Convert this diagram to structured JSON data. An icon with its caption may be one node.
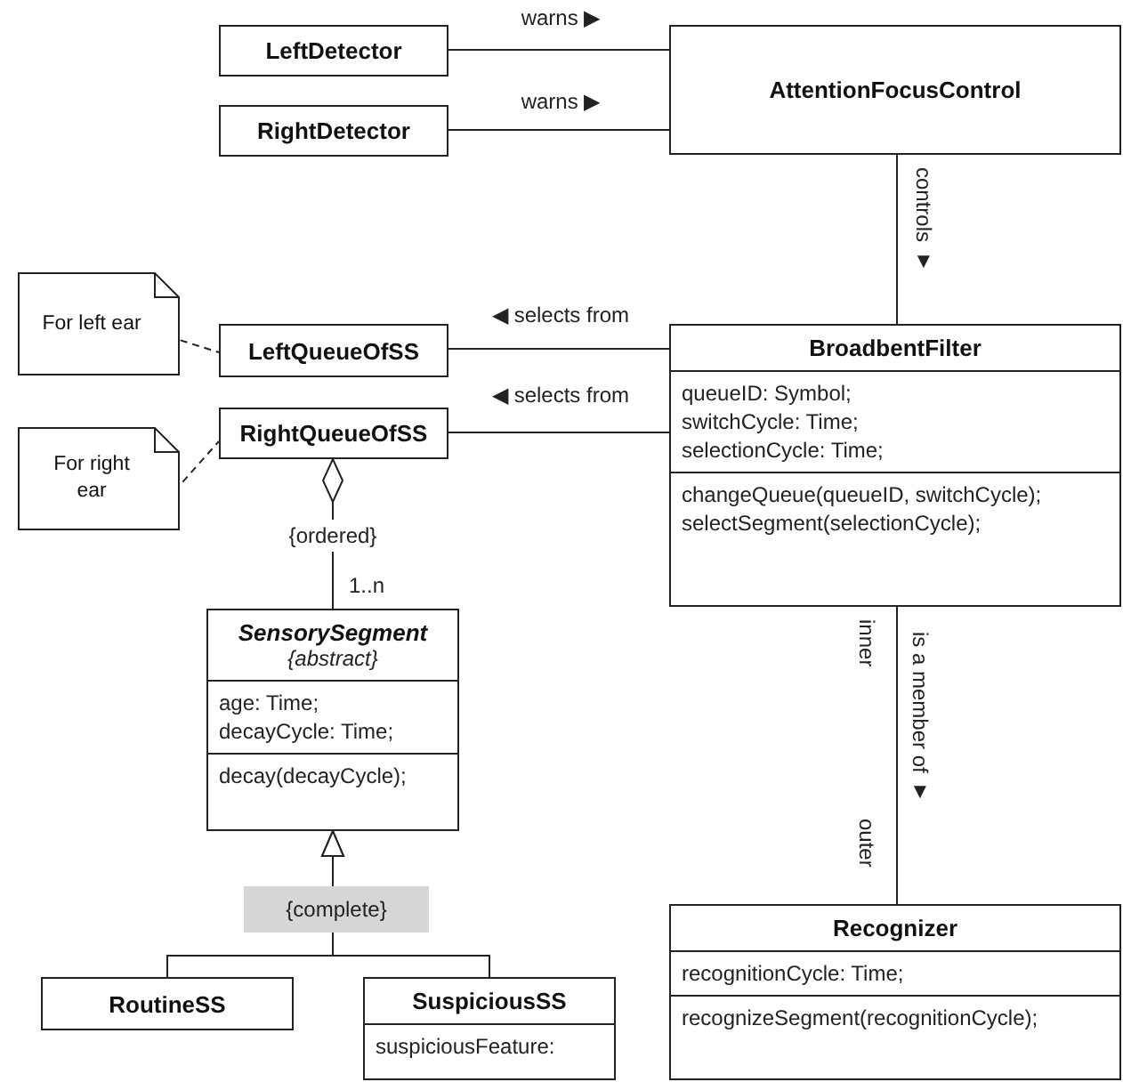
{
  "diagram": {
    "nodes": [
      {
        "text": [
          "LeftDetector"
        ]
      },
      {
        "text": [
          "RightDetector"
        ]
      },
      {
        "text": [
          "AttentionFocusControl"
        ]
      },
      {
        "text": [
          "For left ear"
        ]
      },
      {
        "text": [
          "LeftQueueOfSS"
        ]
      },
      {
        "text": [
          "BroadbentFilter",
          "queueID: Symbol;",
          "switchCycle: Time;",
          "selectionCycle: Time;",
          "changeQueue(queueID, switchCycle);",
          "selectSegment(selectionCycle);"
        ]
      },
      {
        "text": [
          "For right ear"
        ]
      },
      {
        "text": [
          "RightQueueOfSS"
        ]
      },
      {
        "text": [
          "SensorySegment",
          "{abstract}",
          "age: Time;",
          "decayCycle: Time;",
          "decay(decayCycle);"
        ]
      },
      {
        "text": [
          "RoutineSS"
        ]
      },
      {
        "text": [
          "SuspiciousSS",
          "suspiciousFeature:"
        ]
      },
      {
        "text": [
          "Recognizer",
          "recognitionCycle: Time;",
          "recognizeSegment(recognitionCycle);"
        ]
      }
    ],
    "edges": [
      {
        "from": 0,
        "to": 2,
        "arrow": "none",
        "label": "warns ▶"
      },
      {
        "from": 1,
        "to": 2,
        "arrow": "none",
        "label": "warns ▶"
      },
      {
        "from": 2,
        "to": 5,
        "arrow": "none",
        "label": "controls ▼"
      },
      {
        "from": 4,
        "to": 5,
        "arrow": "none",
        "label": "◀ selects from"
      },
      {
        "from": 7,
        "to": 5,
        "arrow": "none",
        "label": "◀ selects from"
      },
      {
        "from": 3,
        "to": 4,
        "arrow": "none",
        "style": "dashed"
      },
      {
        "from": 6,
        "to": 7,
        "arrow": "none",
        "style": "dashed"
      },
      {
        "from": 8,
        "to": 7,
        "arrow": "other",
        "label": "{ordered}"
      },
      {
        "from": 9,
        "to": 8,
        "arrow": "to"
      },
      {
        "from": 10,
        "to": 8,
        "arrow": "to"
      },
      {
        "from": 5,
        "to": 11,
        "arrow": "none",
        "label": "is a member of ▼"
      }
    ],
    "labels": [
      "1..n",
      "{complete}",
      "inner",
      "outer"
    ]
  }
}
